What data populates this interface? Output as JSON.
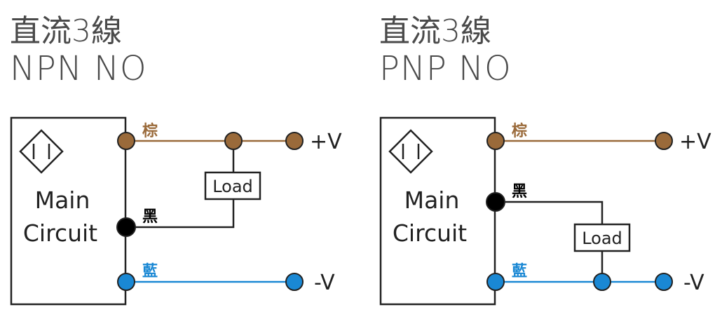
{
  "colors": {
    "brown": "#9a6a3a",
    "black": "#000000",
    "blue": "#1a88d4",
    "outline": "#222222",
    "title": "#4a4a4a"
  },
  "left": {
    "title_line1": "直流3線",
    "title_line2": "NPN NO",
    "main_line1": "Main",
    "main_line2": "Circuit",
    "wire_brown": "棕",
    "wire_black": "黑",
    "wire_blue": "藍",
    "load": "Load",
    "plus_v": "+V",
    "minus_v": "-V"
  },
  "right": {
    "title_line1": "直流3線",
    "title_line2": "PNP NO",
    "main_line1": "Main",
    "main_line2": "Circuit",
    "wire_brown": "棕",
    "wire_black": "黑",
    "wire_blue": "藍",
    "load": "Load",
    "plus_v": "+V",
    "minus_v": "-V"
  }
}
